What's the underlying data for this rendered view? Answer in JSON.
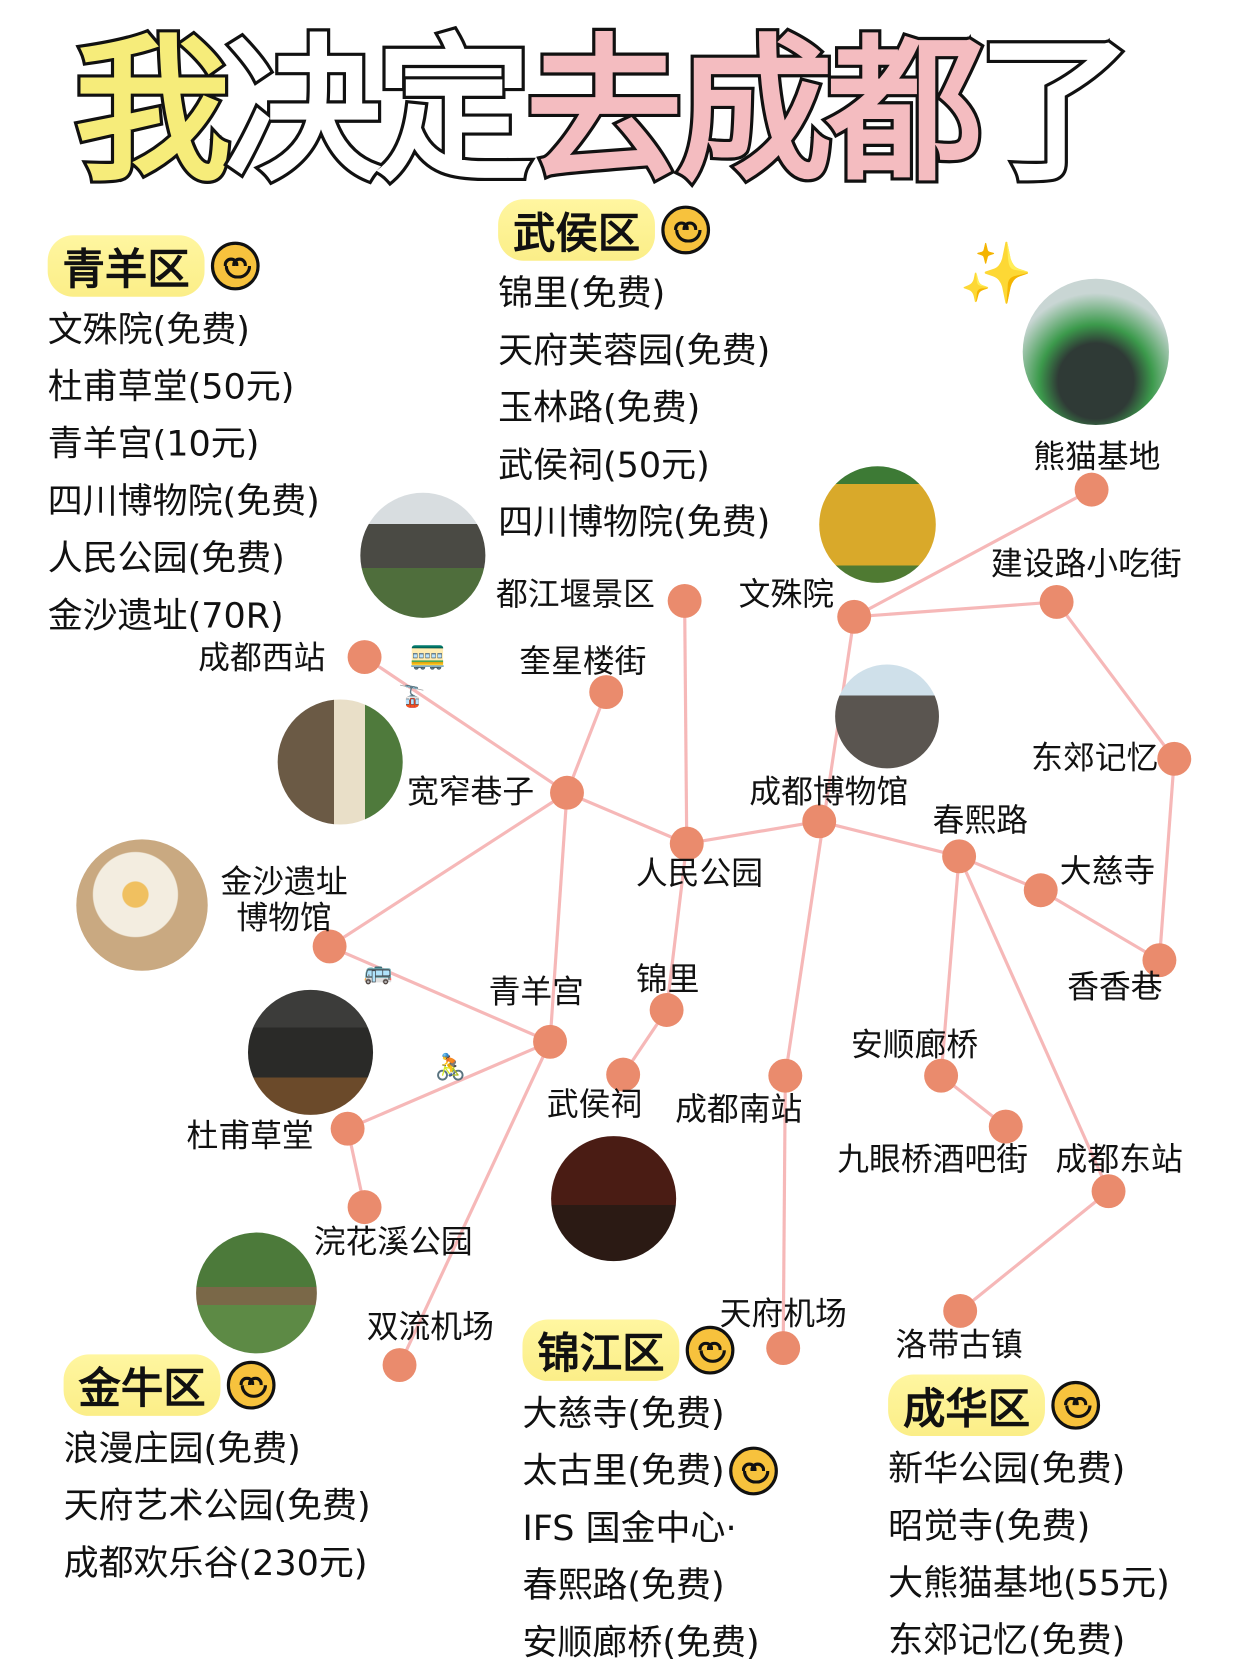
{
  "title": {
    "parts": [
      {
        "text": "我",
        "color": "#f6ec7a"
      },
      {
        "text": "决定",
        "color": "#ffffff"
      },
      {
        "text": "去成都",
        "color": "#f4bcc0"
      },
      {
        "text": "了",
        "color": "#ffffff"
      }
    ]
  },
  "districts": [
    {
      "name": "青羊区",
      "items": [
        "文殊院(免费)",
        "杜甫草堂(50元)",
        "青羊宫(10元)",
        "四川博物院(免费)",
        "人民公园(免费)",
        "金沙遗址(70R)"
      ]
    },
    {
      "name": "武侯区",
      "items": [
        "锦里(免费)",
        "天府芙蓉园(免费)",
        "玉林路(免费)",
        "武侯祠(50元)",
        "四川博物院(免费)"
      ]
    },
    {
      "name": "金牛区",
      "items": [
        "浪漫庄园(免费)",
        "天府艺术公园(免费)",
        "成都欢乐谷(230元)"
      ]
    },
    {
      "name": "锦江区",
      "items": [
        "大慈寺(免费)",
        "太古里(免费)",
        "IFS 国金中心·",
        "春熙路(免费)",
        "安顺廊桥(免费)"
      ]
    },
    {
      "name": "成华区",
      "items": [
        "新华公园(免费)",
        "昭觉寺(免费)",
        "大熊猫基地(55元)",
        "东郊记忆(免费)"
      ]
    }
  ],
  "map": {
    "dot_color": "#ea8b6d",
    "line_color": "#f6b8b8",
    "nodes": [
      "熊猫基地",
      "建设路小吃街",
      "文殊院",
      "都江堰景区",
      "成都西站",
      "奎星楼街",
      "宽窄巷子",
      "东郊记忆",
      "成都博物馆",
      "人民公园",
      "春熙路",
      "大慈寺",
      "金沙遗址\n博物馆",
      "香香巷",
      "青羊宫",
      "锦里",
      "安顺廊桥",
      "武侯祠",
      "成都南站",
      "九眼桥酒吧街",
      "成都东站",
      "杜甫草堂",
      "浣花溪公园",
      "双流机场",
      "天府机场",
      "洛带古镇"
    ],
    "edges": [
      [
        0,
        2
      ],
      [
        2,
        1
      ],
      [
        1,
        7
      ],
      [
        7,
        13
      ],
      [
        2,
        18
      ],
      [
        18,
        24
      ],
      [
        3,
        9
      ],
      [
        4,
        6
      ],
      [
        5,
        6
      ],
      [
        6,
        9
      ],
      [
        9,
        8
      ],
      [
        8,
        10
      ],
      [
        10,
        11
      ],
      [
        11,
        13
      ],
      [
        6,
        12
      ],
      [
        6,
        14
      ],
      [
        12,
        14
      ],
      [
        9,
        15
      ],
      [
        15,
        17
      ],
      [
        14,
        21
      ],
      [
        21,
        22
      ],
      [
        14,
        23
      ],
      [
        10,
        16
      ],
      [
        16,
        19
      ],
      [
        10,
        20
      ],
      [
        20,
        25
      ]
    ]
  },
  "icons": [
    "sparkle-icon",
    "train-icon",
    "tram-icon",
    "bus-icon",
    "bicycle-icon"
  ]
}
